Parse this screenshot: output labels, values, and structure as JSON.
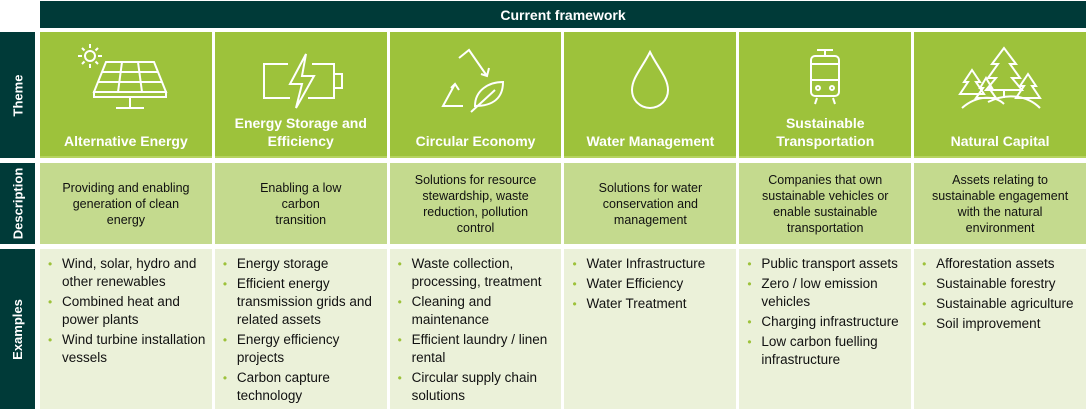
{
  "header": {
    "title": "Current framework"
  },
  "row_labels": {
    "theme": "Theme",
    "description": "Description",
    "examples": "Examples"
  },
  "colors": {
    "dark_teal": "#003a38",
    "theme_green": "#9dc23b",
    "description_green": "#c4da8e",
    "examples_bg": "#ebf1d9",
    "bullet": "#9dc23b"
  },
  "columns": [
    {
      "title": "Alternative Energy",
      "icon": "solar-panel-icon",
      "description": "Providing and enabling generation of clean energy",
      "examples": [
        "Wind, solar, hydro and other renewables",
        "Combined heat and power plants",
        "Wind turbine installation vessels"
      ]
    },
    {
      "title": "Energy Storage and Efficiency",
      "icon": "battery-bolt-icon",
      "description": "Enabling a low carbon transition",
      "examples": [
        "Energy storage",
        "Efficient energy transmission grids and related assets",
        "Energy efficiency projects",
        "Carbon capture technology"
      ]
    },
    {
      "title": "Circular Economy",
      "icon": "recycle-leaf-icon",
      "description": "Solutions for resource stewardship, waste reduction, pollution control",
      "examples": [
        "Waste collection, processing, treatment",
        "Cleaning and maintenance",
        "Efficient laundry / linen rental",
        "Circular supply chain solutions"
      ]
    },
    {
      "title": "Water Management",
      "icon": "water-drop-icon",
      "description": "Solutions for water conservation and management",
      "examples": [
        "Water Infrastructure",
        "Water Efficiency",
        "Water Treatment"
      ]
    },
    {
      "title": "Sustainable Transportation",
      "icon": "tram-icon",
      "description": "Companies that own sustainable vehicles or enable sustainable transportation",
      "examples": [
        "Public transport assets",
        "Zero / low emission vehicles",
        "Charging infrastructure",
        "Low carbon fuelling infrastructure"
      ]
    },
    {
      "title": "Natural Capital",
      "icon": "forest-trees-icon",
      "description": "Assets relating to sustainable engagement with the natural environment",
      "examples": [
        "Afforestation assets",
        "Sustainable forestry",
        "Sustainable agriculture",
        "Soil improvement"
      ]
    }
  ]
}
